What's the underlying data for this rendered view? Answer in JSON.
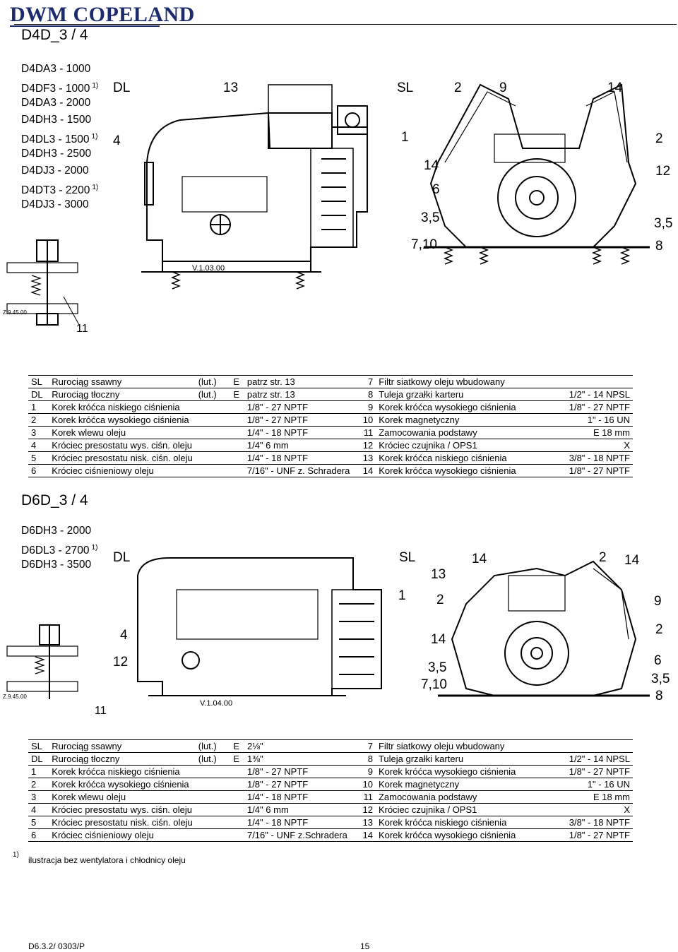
{
  "brand": "DWM COPELAND",
  "section1": {
    "title": "D4D_3 / 4",
    "models": [
      {
        "name": "D4DA3 - 1000",
        "note": ""
      },
      {
        "name": "D4DF3 - 1000",
        "note": "1)"
      },
      {
        "name": "D4DA3 - 2000",
        "note": ""
      },
      {
        "name": "D4DH3 - 1500",
        "note": ""
      },
      {
        "name": "D4DL3 - 1500",
        "note": "1)"
      },
      {
        "name": "D4DH3 - 2500",
        "note": ""
      },
      {
        "name": "D4DJ3 - 2000",
        "note": ""
      },
      {
        "name": "D4DT3 - 2200",
        "note": "1)"
      },
      {
        "name": "D4DJ3 - 3000",
        "note": ""
      }
    ],
    "callouts": {
      "dl": "DL",
      "c4": "4",
      "c13": "13",
      "sl": "SL",
      "c2a": "2",
      "c9": "9",
      "c14a": "14",
      "c1": "1",
      "c2b": "2",
      "c14b": "14",
      "c12": "12",
      "c6": "6",
      "c35a": "3,5",
      "c35b": "3,5",
      "c710": "7,10",
      "c8": "8",
      "c11": "11"
    },
    "fig_codes": {
      "main": "V.1.03.00",
      "mount": "Z.9.45.00"
    },
    "table": [
      {
        "n1": "SL",
        "d1": "Rurociąg ssawny",
        "u1": "(lut.)",
        "s1": "E",
        "v1": "patrz str. 13",
        "n2": "7",
        "d2": "Filtr siatkowy oleju wbudowany",
        "v2": ""
      },
      {
        "n1": "DL",
        "d1": "Rurociąg tłoczny",
        "u1": "(lut.)",
        "s1": "E",
        "v1": "patrz str. 13",
        "n2": "8",
        "d2": "Tuleja grzałki karteru",
        "v2": "1/2\" - 14 NPSL"
      },
      {
        "n1": "1",
        "d1": "Korek króćca niskiego ciśnienia",
        "u1": "",
        "s1": "",
        "v1": "1/8\" - 27 NPTF",
        "n2": "9",
        "d2": "Korek króćca wysokiego ciśnienia",
        "v2": "1/8\" - 27 NPTF"
      },
      {
        "n1": "2",
        "d1": "Korek króćca wysokiego ciśnienia",
        "u1": "",
        "s1": "",
        "v1": "1/8\" - 27 NPTF",
        "n2": "10",
        "d2": "Korek magnetyczny",
        "v2": "1\" - 16 UN"
      },
      {
        "n1": "3",
        "d1": "Korek wlewu oleju",
        "u1": "",
        "s1": "",
        "v1": "1/4\" - 18 NPTF",
        "n2": "11",
        "d2": "Zamocowania podstawy",
        "v2": "E 18 mm"
      },
      {
        "n1": "4",
        "d1": "Króciec presostatu wys. ciśn. oleju",
        "u1": "",
        "s1": "",
        "v1": "1/4\" 6 mm",
        "n2": "12",
        "d2": "Króciec czujnika / OPS1",
        "v2": "X"
      },
      {
        "n1": "5",
        "d1": "Króciec presostatu nisk. ciśn. oleju",
        "u1": "",
        "s1": "",
        "v1": "1/4\" - 18 NPTF",
        "n2": "13",
        "d2": "Korek króćca niskiego ciśnienia",
        "v2": "3/8\" - 18 NPTF"
      },
      {
        "n1": "6",
        "d1": "Króciec ciśnieniowy oleju",
        "u1": "",
        "s1": "",
        "v1": "7/16\" - UNF z. Schradera",
        "n2": "14",
        "d2": "Korek króćca wysokiego ciśnienia",
        "v2": "1/8\" - 27 NPTF"
      }
    ]
  },
  "section2": {
    "title": "D6D_3 / 4",
    "models": [
      {
        "name": "D6DH3 - 2000",
        "note": ""
      },
      {
        "name": "D6DL3 - 2700",
        "note": "1)"
      },
      {
        "name": "D6DH3 - 3500",
        "note": ""
      }
    ],
    "callouts": {
      "dl": "DL",
      "c4": "4",
      "c12": "12",
      "c11": "11",
      "sl": "SL",
      "c14a": "14",
      "c2a": "2",
      "c14b": "14",
      "c13": "13",
      "c1": "1",
      "c2b": "2",
      "c9": "9",
      "c14c": "14",
      "c2c": "2",
      "c35a": "3,5",
      "c710": "7,10",
      "c6": "6",
      "c35b": "3,5",
      "c8": "8"
    },
    "fig_codes": {
      "main": "V.1.04.00",
      "mount": "Z.9.45.00"
    },
    "table": [
      {
        "n1": "SL",
        "d1": "Rurociąg ssawny",
        "u1": "(lut.)",
        "s1": "E",
        "v1": "2⅛\"",
        "n2": "7",
        "d2": "Filtr siatkowy oleju wbudowany",
        "v2": ""
      },
      {
        "n1": "DL",
        "d1": "Rurociąg tłoczny",
        "u1": "(lut.)",
        "s1": "E",
        "v1": "1⅜\"",
        "n2": "8",
        "d2": "Tuleja grzałki karteru",
        "v2": "1/2\" - 14 NPSL"
      },
      {
        "n1": "1",
        "d1": "Korek króćca niskiego ciśnienia",
        "u1": "",
        "s1": "",
        "v1": "1/8\" - 27 NPTF",
        "n2": "9",
        "d2": "Korek króćca wysokiego ciśnienia",
        "v2": "1/8\" - 27 NPTF"
      },
      {
        "n1": "2",
        "d1": "Korek króćca wysokiego ciśnienia",
        "u1": "",
        "s1": "",
        "v1": "1/8\" - 27 NPTF",
        "n2": "10",
        "d2": "Korek magnetyczny",
        "v2": "1\" - 16 UN"
      },
      {
        "n1": "3",
        "d1": "Korek wlewu oleju",
        "u1": "",
        "s1": "",
        "v1": "1/4\" - 18 NPTF",
        "n2": "11",
        "d2": "Zamocowania podstawy",
        "v2": "E 18 mm"
      },
      {
        "n1": "4",
        "d1": "Króciec presostatu wys. ciśn. oleju",
        "u1": "",
        "s1": "",
        "v1": "1/4\" 6 mm",
        "n2": "12",
        "d2": "Króciec czujnika / OPS1",
        "v2": "X"
      },
      {
        "n1": "5",
        "d1": "Króciec presostatu nisk. ciśn. oleju",
        "u1": "",
        "s1": "",
        "v1": "1/4\" - 18 NPTF",
        "n2": "13",
        "d2": "Korek króćca niskiego ciśnienia",
        "v2": "3/8\" - 18 NPTF"
      },
      {
        "n1": "6",
        "d1": "Króciec ciśnieniowy oleju",
        "u1": "",
        "s1": "",
        "v1": "7/16\" - UNF z.Schradera",
        "n2": "14",
        "d2": "Korek króćca wysokiego ciśnienia",
        "v2": "1/8\" - 27 NPTF"
      }
    ]
  },
  "footnote": {
    "mark": "1)",
    "text": "ilustracja bez wentylatora i chłodnicy oleju"
  },
  "footer": {
    "doc_code": "D6.3.2/ 0303/P",
    "page": "15"
  }
}
